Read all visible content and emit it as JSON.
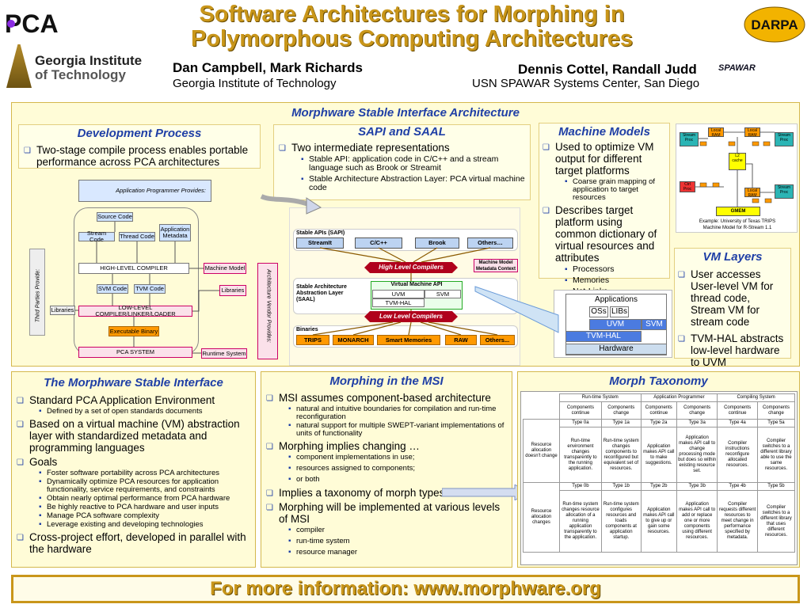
{
  "header": {
    "title_line1": "Software Architectures for Morphing in",
    "title_line2": "Polymorphous Computing Architectures",
    "logo_pca": "PCA",
    "logo_gt_line1": "Georgia Institute",
    "logo_gt_line2": "of Technology",
    "logo_darpa": "DARPA",
    "logo_spawar": "SPAWAR",
    "authors_left": "Dan Campbell, Mark Richards",
    "affil_left": "Georgia Institute of Technology",
    "authors_right": "Dennis Cottel, Randall Judd",
    "affil_right": "USN SPAWAR Systems Center, San Diego"
  },
  "msi": {
    "title": "Morphware Stable Interface Architecture"
  },
  "dev": {
    "title": "Development Process",
    "bullet": "Two-stage compile process enables portable performance across PCA architectures",
    "app_prog": "Application Programmer Provides:",
    "source_code": "Source Code",
    "stream_code": "Stream Code",
    "thread_code": "Thread Code",
    "app_meta": "Application Metadata",
    "hlc": "HIGH-LEVEL COMPILER",
    "machine_model": "Machine Model",
    "svm_code": "SVM Code",
    "tvm_code": "TVM Code",
    "libraries": "Libraries",
    "libraries2": "Libraries",
    "llc": "LOW-LEVEL COMPILER/LINKER/LOADER",
    "exe": "Executable Binary",
    "pca_sys": "PCA SYSTEM",
    "runtime": "Runtime System",
    "third_party": "Third Parties Provide:",
    "arch_vendor": "Architecture Vendor Provides:"
  },
  "sapi": {
    "title": "SAPI and SAAL",
    "bullet": "Two intermediate representations",
    "subs": [
      "Stable API: application code in C/C++ and a stream language such as Brook or Streamit",
      "Stable Architecture Abstraction Layer: PCA virtual machine code"
    ],
    "apis_label": "Stable APIs (SAPI)",
    "apis": [
      "StreamIt",
      "C/C++",
      "Brook",
      "Others…"
    ],
    "hlc": "High Level Compilers",
    "mm_ctx": "Machine Model Metadata Context",
    "saal": "Stable Architecture Abstraction Layer (SAAL)",
    "vm_api": "Virtual Machine API",
    "uvm": "UVM",
    "svm": "SVM",
    "tvm_hal": "TVM-HAL",
    "llc": "Low Level Compilers",
    "bin_label": "Binaries",
    "bins": [
      "TRIPS",
      "MONARCH",
      "Smart Memories",
      "RAW",
      "Others..."
    ]
  },
  "mach": {
    "title": "Machine Models",
    "b1": "Used to optimize VM output for different target platforms",
    "s1": [
      "Coarse grain mapping of application to target resources"
    ],
    "b2": "Describes target platform using common dictionary of virtual resources and attributes",
    "s2": [
      "Processors",
      "Memories",
      "Net-Links"
    ],
    "fig_caption1": "Example: University of Texas TRIPS",
    "fig_caption2": "Machine Model for R-Stream 1.1",
    "fig_labels": {
      "stream_proc": "Stream Proc",
      "local_ram": "Local RAM",
      "l2": "L2 cache",
      "gmem": "GMEM",
      "ctrl": "Ctrl Proc"
    }
  },
  "stack": {
    "apps": "Applications",
    "oss": "OSs",
    "libs": "LIBs",
    "uvm": "UVM",
    "svm": "SVM",
    "tvm": "TVM-HAL",
    "hw": "Hardware"
  },
  "vml": {
    "title": "VM Layers",
    "b1": "User accesses User-level VM for thread code, Stream VM for stream code",
    "b2": "TVM-HAL abstracts low-level hardware to UVM"
  },
  "msi_panel": {
    "title": "The Morphware Stable Interface",
    "items": [
      {
        "t": "Standard PCA Application Environment",
        "s": [
          "Defined by a set of open standards documents"
        ]
      },
      {
        "t": "Based on a virtual machine (VM) abstraction layer with standardized metadata and programming languages",
        "s": []
      },
      {
        "t": "Goals",
        "s": [
          "Foster software portability across PCA architectures",
          "Dynamically optimize PCA resources for application functionality, service requirements, and constraints",
          "Obtain nearly optimal performance from PCA hardware",
          "Be highly reactive to PCA hardware and user inputs",
          "Manage PCA software complexity",
          "Leverage existing and developing technologies"
        ]
      },
      {
        "t": "Cross-project effort, developed in parallel with the hardware",
        "s": []
      }
    ]
  },
  "morph": {
    "title": "Morphing in the MSI",
    "items": [
      {
        "t": "MSI assumes component-based architecture",
        "s": [
          "natural and intuitive boundaries for compilation and run-time reconfiguration",
          "natural support for multiple SWEPT-variant implementations of units of functionality"
        ]
      },
      {
        "t": "Morphing implies changing …",
        "s": [
          "component implementations in use;",
          "resources assigned to components;",
          "or both"
        ]
      },
      {
        "t": "Implies a taxonomy of morph types",
        "s": []
      },
      {
        "t": "Morphing will be implemented at various levels of MSI",
        "s": [
          "compiler",
          "run-time system",
          "resource manager"
        ]
      }
    ]
  },
  "tax": {
    "title": "Morph Taxonomy",
    "groups": [
      "Run-time System",
      "Application Programmer",
      "Compiling System"
    ],
    "sub": [
      "Components continue",
      "Components change",
      "Components continue",
      "Components change",
      "Components continue",
      "Components change"
    ],
    "row1_label": "Resource allocation doesn't change",
    "row1_types": [
      "Type 0a",
      "Type 1a",
      "Type 2a",
      "Type 3a",
      "Type 4a",
      "Type 5a"
    ],
    "row1_desc": [
      "Run-time environment changes transparently to the running application.",
      "Run-time system changes components to reconfigured but equivalent set of resources.",
      "Application makes API call to make suggestions.",
      "Application makes API call to change processing mode but does so within existing resource set.",
      "Compiler instructions reconfigure allocated resources.",
      "Compiler switches to a different library able to use the same resources."
    ],
    "row2_label": "Resource allocation changes",
    "row2_types": [
      "Type 0b",
      "Type 1b",
      "Type 2b",
      "Type 3b",
      "Type 4b",
      "Type 5b"
    ],
    "row2_desc": [
      "Run-time system changes resource allocation of a running application transparently to the application.",
      "Run-time system configures resources and loads components at application startup.",
      "Application makes API call to give up or gain some resources.",
      "Application makes API call to add or replace one or more components using different resources.",
      "Compiler requests different resources to meet change in performance specified by metadata.",
      "Compiler switches to a different library that uses different resources."
    ]
  },
  "footer": {
    "text": "For more information: www.morphware.org"
  }
}
